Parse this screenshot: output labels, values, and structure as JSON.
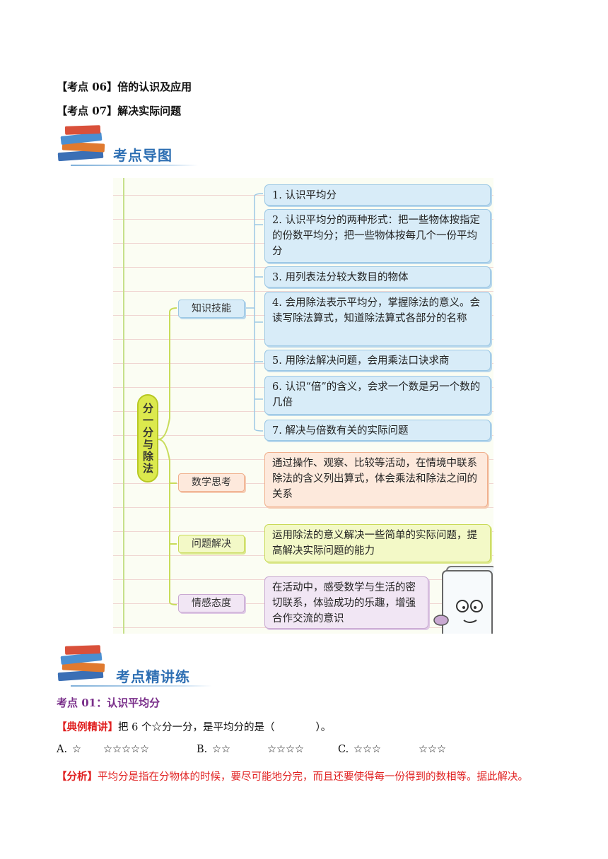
{
  "topics": [
    {
      "bracket": "【考点 06】",
      "title": "倍的认识及应用"
    },
    {
      "bracket": "【考点 07】",
      "title": "解决实际问题"
    }
  ],
  "section1_title": "考点导图",
  "mindmap": {
    "center": "分一分与除法",
    "branches": [
      {
        "label": "知识技能"
      },
      {
        "label": "数学思考"
      },
      {
        "label": "问题解决"
      },
      {
        "label": "情感态度"
      }
    ],
    "knowledge_items": [
      "1. 认识平均分",
      "2. 认识平均分的两种形式：把一些物体按指定的份数平均分；把一些物体按每几个一份平均分",
      "3. 用列表法分较大数目的物体",
      "4. 会用除法表示平均分，掌握除法的意义。会读写除法算式，知道除法算式各部分的名称",
      "5. 用除法解决问题，会用乘法口诀求商",
      "6. 认识“倍”的含义，会求一个数是另一个数的几倍",
      "7. 解决与倍数有关的实际问题"
    ],
    "thinking": "通过操作、观察、比较等活动，在情境中联系除法的含义列出算式，体会乘法和除法之间的关系",
    "problem": "运用除法的意义解决一些简单的实际问题，提高解决实际问题的能力",
    "emotion": "在活动中，感受数学与生活的密切联系，体验成功的乐趣，增强合作交流的意识"
  },
  "section2_title": "考点精讲练",
  "point01": "考点 01：认识平均分",
  "example": {
    "label": "【典例精讲】",
    "text": "把 6 个☆分一分，是平均分的是（　　　　）。"
  },
  "options": [
    {
      "letter": "A.",
      "left": "☆",
      "right": "☆☆☆☆☆"
    },
    {
      "letter": "B.",
      "left": "☆☆",
      "right": "☆☆☆☆"
    },
    {
      "letter": "C.",
      "left": "☆☆☆",
      "right": "☆☆☆"
    }
  ],
  "analysis": {
    "label": "【分析】",
    "text": "平均分是指在分物体的时候，要尽可能地分完，而且还要使得每一份得到的数相等。据此解决。"
  },
  "colors": {
    "accent_blue": "#2e6fb3",
    "analysis_red": "#e02020",
    "point_purple": "#7a2f8a"
  }
}
